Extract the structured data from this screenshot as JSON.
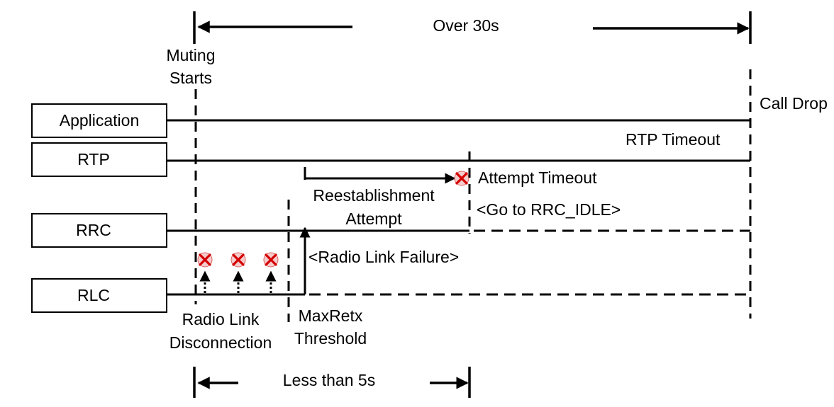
{
  "layers": {
    "application": "Application",
    "rtp": "RTP",
    "rrc": "RRC",
    "rlc": "RLC"
  },
  "labels": {
    "over_30s": "Over 30s",
    "muting_starts_1": "Muting",
    "muting_starts_2": "Starts",
    "call_drop": "Call Drop",
    "rtp_timeout": "RTP Timeout",
    "attempt_timeout": "Attempt Timeout",
    "reestablishment_1": "Reestablishment",
    "reestablishment_2": "Attempt",
    "go_to_idle": "<Go to RRC_IDLE>",
    "radio_link_failure": "<Radio Link Failure>",
    "radio_link_disconnection_1": "Radio Link",
    "radio_link_disconnection_2": "Disconnection",
    "maxretx_1": "MaxRetx",
    "maxretx_2": "Threshold",
    "less_than_5s": "Less than 5s"
  },
  "colors": {
    "line": "#000000",
    "failure_mark": "#d40000",
    "failure_mark_fill": "#f4cccc"
  }
}
